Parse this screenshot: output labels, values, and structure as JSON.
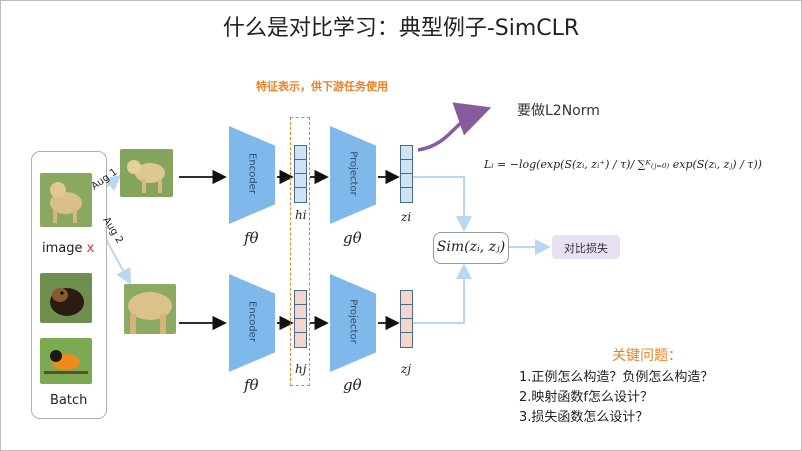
{
  "title": "什么是对比学习：典型例子-SimCLR",
  "input": {
    "image_label": "image",
    "x_mark": "x",
    "batch_label": "Batch",
    "aug1": "Aug 1",
    "aug2": "Aug 2"
  },
  "encoder": {
    "label": "Encoder",
    "fn": "fθ"
  },
  "projector": {
    "label": "Projector",
    "fn": "gθ"
  },
  "feature_note": "特征表示，供下游任务使用",
  "reps": {
    "h_i": "hi",
    "h_j": "hj",
    "z_i": "zi",
    "z_j": "zj"
  },
  "l2norm": "要做L2Norm",
  "formula": "Lᵢ = −log(exp(S(zᵢ, zᵢ⁺) / τ)/ ∑ᴷ₍ⱼ₌₀₎ exp(S(zᵢ, zⱼ) / τ))",
  "sim": "Sim(zᵢ, zⱼ)",
  "loss": "对比损失",
  "questions": {
    "title": "关键问题：",
    "items": [
      "1.正例怎么构造？负例怎么构造？",
      "2.映射函数f怎么设计？",
      "3.损失函数怎么设计？"
    ]
  },
  "colors": {
    "trapezoid": "#7fb8ea",
    "vector_top": "#cfe3f4",
    "vector_bottom": "#f6d6cc",
    "accent_orange": "#e8822a",
    "loss_box": "#e8e1f3",
    "curve": "#8a5a9e",
    "light_arrow": "#b8d8f2"
  }
}
